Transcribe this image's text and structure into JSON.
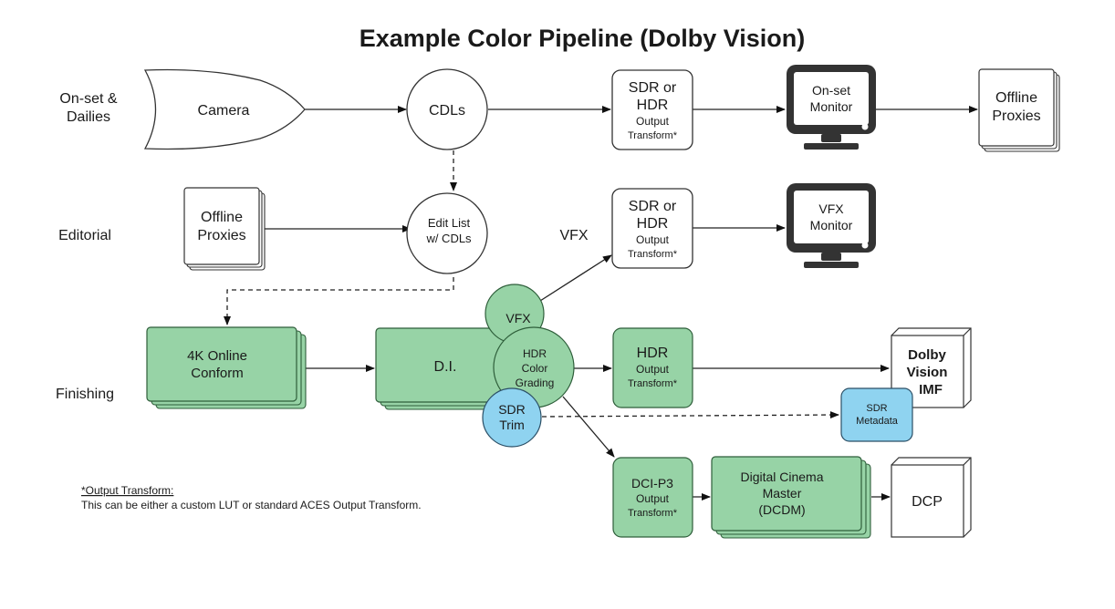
{
  "title": "Example Color Pipeline (Dolby Vision)",
  "row_labels": {
    "onset": [
      "On-set &",
      "Dailies"
    ],
    "editorial": "Editorial",
    "finishing": "Finishing",
    "vfx": "VFX"
  },
  "nodes": {
    "camera": "Camera",
    "cdls": "CDLs",
    "onset_transform": [
      "SDR or",
      "HDR",
      "Output",
      "Transform*"
    ],
    "onset_monitor": [
      "On-set",
      "Monitor"
    ],
    "offline_proxies_top": [
      "Offline",
      "Proxies"
    ],
    "offline_proxies_editorial": [
      "Offline",
      "Proxies"
    ],
    "edit_list": [
      "Edit List",
      "w/ CDLs"
    ],
    "vfx_transform": [
      "SDR or",
      "HDR",
      "Output",
      "Transform*"
    ],
    "vfx_monitor": [
      "VFX",
      "Monitor"
    ],
    "online_conform": [
      "4K Online",
      "Conform"
    ],
    "di": "D.I.",
    "vfx_bubble": "VFX",
    "hdr_grading": [
      "HDR",
      "Color",
      "Grading"
    ],
    "sdr_trim": [
      "SDR",
      "Trim"
    ],
    "hdr_transform": [
      "HDR",
      "Output",
      "Transform*"
    ],
    "dolby_imf": [
      "Dolby",
      "Vision",
      "IMF"
    ],
    "sdr_metadata": [
      "SDR",
      "Metadata"
    ],
    "dcip3_transform": [
      "DCI-P3",
      "Output",
      "Transform*"
    ],
    "dcdm": [
      "Digital Cinema",
      "Master",
      "(DCDM)"
    ],
    "dcp": "DCP"
  },
  "footnote": {
    "heading": "*Output Transform:",
    "body": "This can be either a custom LUT or standard ACES Output Transform."
  },
  "colors": {
    "green_fill": "#97d3a6",
    "green_stroke": "#2e5e3a",
    "blue_fill": "#8fd3f0",
    "blue_stroke": "#2b4f66",
    "monitor": "#333333",
    "stroke": "#222222"
  }
}
